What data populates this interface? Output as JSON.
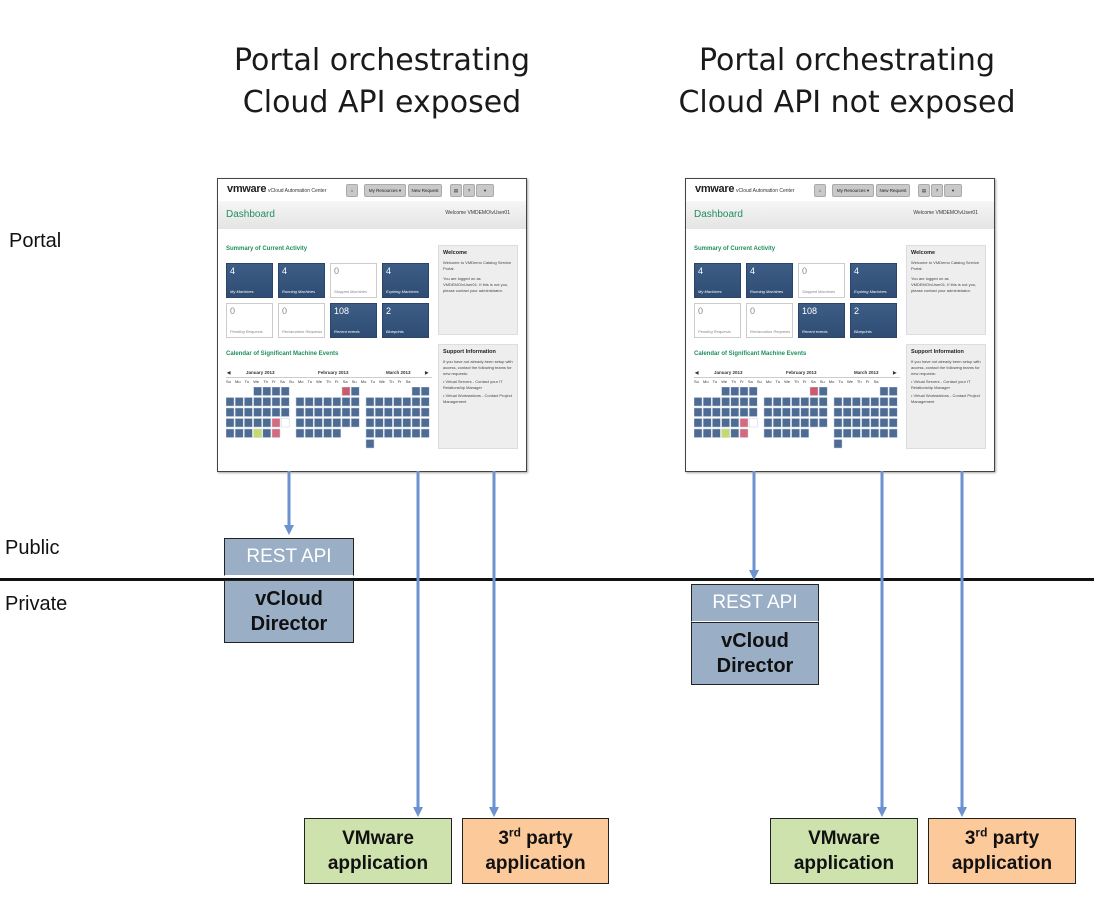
{
  "titles": {
    "left": {
      "line1": "Portal orchestrating",
      "line2": "Cloud API exposed"
    },
    "right": {
      "line1": "Portal orchestrating",
      "line2": "Cloud API not exposed"
    }
  },
  "zones": {
    "portal": "Portal",
    "public": "Public",
    "private": "Private"
  },
  "portal_mock": {
    "logo": "vmware",
    "app_name": "vCloud Automation Center",
    "toolbar": {
      "my_resources": "My Resources ▾",
      "new_request": "New Request"
    },
    "dashboard": "Dashboard",
    "welcome_user": "Welcome VMDEMO\\vUser01",
    "summary_heading": "Summary of Current Activity",
    "tiles": [
      {
        "value": "4",
        "label": "My Machines",
        "style": "dark"
      },
      {
        "value": "4",
        "label": "Running Machines",
        "style": "dark"
      },
      {
        "value": "0",
        "label": "Stopped Machines",
        "style": "light"
      },
      {
        "value": "4",
        "label": "Expiring Machines",
        "style": "dark"
      },
      {
        "value": "0",
        "label": "Pending Requests",
        "style": "light"
      },
      {
        "value": "0",
        "label": "Reclamation Requests",
        "style": "light"
      },
      {
        "value": "108",
        "label": "Recent events",
        "style": "dark"
      },
      {
        "value": "2",
        "label": "Blueprints",
        "style": "dark"
      }
    ],
    "welcome_panel": {
      "heading": "Welcome",
      "text1": "Welcome to VMDemo Catalog Service Portal.",
      "text2": "You are logged on as VMDEMO\\vUser01. If this is not you, please contact your administrator."
    },
    "calendar_heading": "Calendar of Significant Machine Events",
    "calendar_months": [
      "January 2013",
      "February 2013",
      "March 2013"
    ],
    "calendar_days": "Su Mo Tu We Th Fr Sa  Su Mo Tu We Th Fr Sa  Su Mo Tu We Th Fr Sa",
    "support_panel": {
      "heading": "Support Information",
      "text": "If you have not already been setup with access, contact the following teams for new requests:",
      "item1": "• Virtual Servers - Contact your IT Relationship Manager",
      "item2": "• Virtual Workstations - Contact Project Management"
    }
  },
  "boxes": {
    "rest_api": "REST API",
    "vcd_line1": "vCloud",
    "vcd_line2": "Director",
    "vmware_line1": "VMware",
    "vmware_line2": "application",
    "third_sup": "rd",
    "third_line1_pre": "3",
    "third_line1_post": " party",
    "third_line2": "application"
  },
  "colors": {
    "arrow": "#6b93cf",
    "rest_box": "#9aafc6",
    "vmware_box": "#cde2ad",
    "third_party_box": "#fbc99a",
    "tile_dark": "#34527a",
    "dashboard_green": "#1f8f5e"
  }
}
